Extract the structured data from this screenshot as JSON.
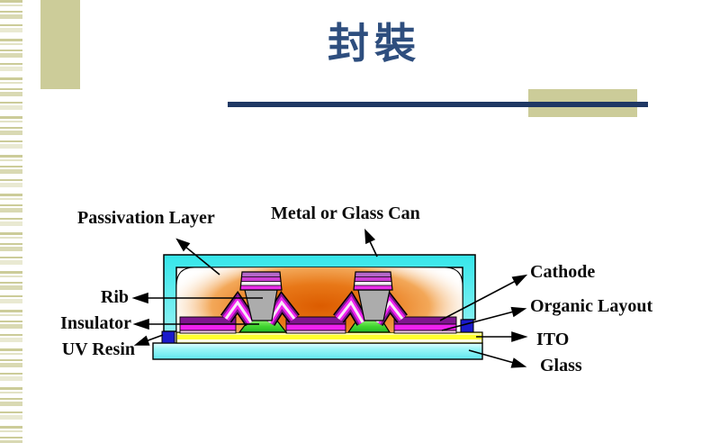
{
  "slide": {
    "title": "封裝",
    "title_color": "#2E4E7E",
    "accent_beige": "#CCCC99",
    "rule_color": "#1F3864"
  },
  "diagram": {
    "labels": {
      "passivation": "Passivation Layer",
      "metal_can": "Metal or Glass Can",
      "rib": "Rib",
      "insulator": "Insulator",
      "uv_resin": "UV Resin",
      "cathode": "Cathode",
      "organic": "Organic Layout",
      "ito": "ITO",
      "glass": "Glass"
    },
    "colors": {
      "can_cyan": "#3BE8EA",
      "glow_orange": "#DC5C00",
      "cathode_purple": "#801690",
      "organic_magenta": "#EE22EE",
      "insulator_green": "#3FD42F",
      "rib_gray": "#ACACAC",
      "uv_resin_blue": "#1A1ACC",
      "ito_yellow": "#FFFF2E",
      "glass_cyan": "#8FF4F6"
    }
  }
}
